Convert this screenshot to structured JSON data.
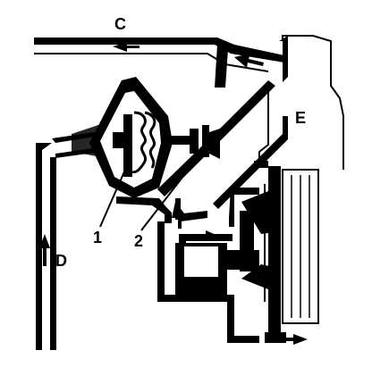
{
  "labels": {
    "c": "C",
    "d": "D",
    "e": "E",
    "one": "1",
    "two": "2"
  },
  "colors": {
    "ink": "#000000",
    "paper": "#ffffff"
  }
}
